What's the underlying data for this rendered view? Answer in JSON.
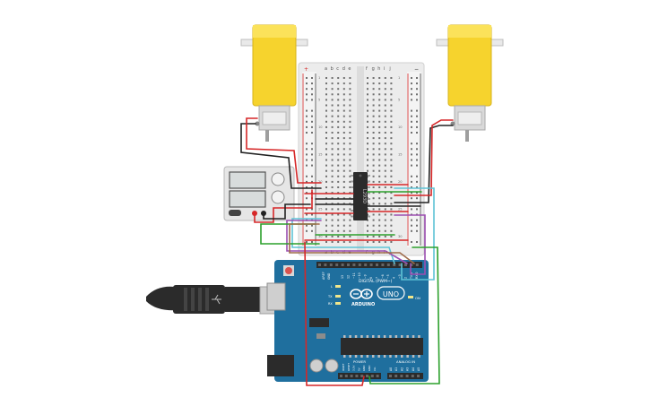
{
  "breadboard": {
    "columns_left": [
      "a",
      "b",
      "c",
      "d",
      "e"
    ],
    "columns_right": [
      "f",
      "g",
      "h",
      "i",
      "j"
    ],
    "rows": [
      "1",
      "5",
      "10",
      "15",
      "20",
      "25",
      "30"
    ],
    "plus_label": "+",
    "minus_label": "−"
  },
  "chip": {
    "label": "L293D"
  },
  "arduino": {
    "brand": "ARDUINO",
    "model": "UNO",
    "digital_label": "DIGITAL (PWM~)",
    "power_label": "POWER",
    "analog_label": "ANALOG IN",
    "on_label": "ON",
    "tx_label": "TX",
    "rx_label": "RX",
    "l_label": "L",
    "aref_label": "AREF",
    "gnd_label": "GND",
    "power_pins": [
      "IOREF",
      "RESET",
      "3.3V",
      "5V",
      "GND",
      "GND",
      "Vin"
    ],
    "analog_pins": [
      "A0",
      "A1",
      "A2",
      "A3",
      "A4",
      "A5"
    ],
    "digital_pins": [
      "13",
      "12",
      "~11",
      "~10",
      "~9",
      "8",
      "7",
      "~6",
      "~5",
      "4",
      "~3",
      "2",
      "TX 1",
      "RX 0"
    ]
  },
  "colors": {
    "board_blue": "#1f6f9e",
    "motor_yellow": "#f6d32d",
    "wire_red": "#d62728",
    "wire_black": "#222222",
    "wire_green": "#2ca02c",
    "wire_cyan": "#5fc3d6",
    "wire_purple": "#9b4fb0",
    "wire_brown": "#9e6b4a"
  }
}
